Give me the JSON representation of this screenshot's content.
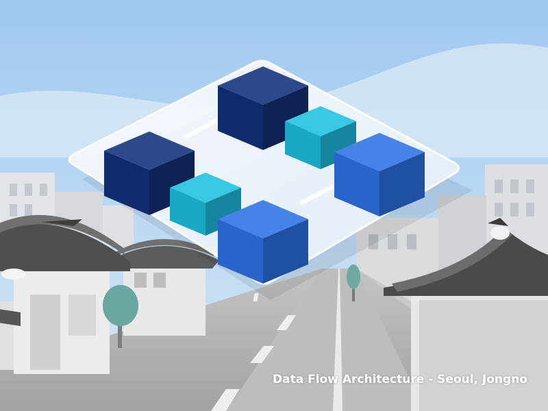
{
  "caption": "Data Flow Architecture - Seoul, Jongno",
  "colors": {
    "navy": "#12307a",
    "cyan": "#1ec0e0",
    "blue": "#2d72e6",
    "sky": "#a6ccf0",
    "platform": "#eef4fb"
  },
  "nodes": [
    {
      "id": "top",
      "color": "navy"
    },
    {
      "id": "left",
      "color": "navy"
    },
    {
      "id": "mid-right",
      "color": "cyan"
    },
    {
      "id": "right",
      "color": "blue"
    },
    {
      "id": "mid-left",
      "color": "cyan"
    },
    {
      "id": "bottom",
      "color": "blue"
    }
  ]
}
